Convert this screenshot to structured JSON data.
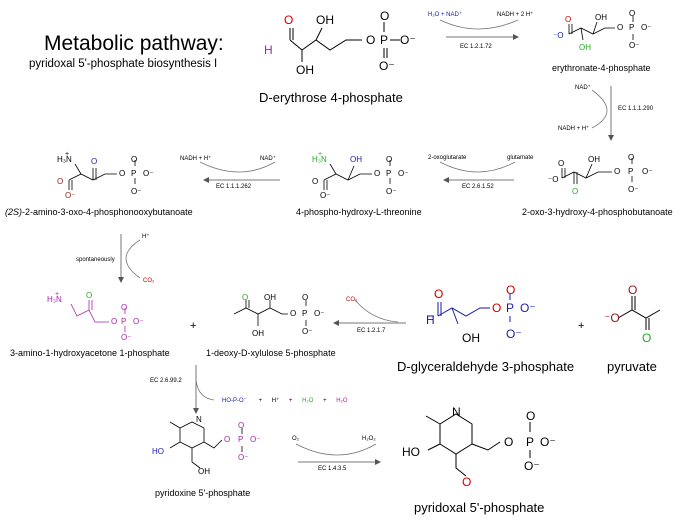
{
  "title": "Metabolic pathway:",
  "subtitle": "pyridoxal 5'-phosphate biosynthesis I",
  "compounds": {
    "erythrose": "D-erythrose 4-phosphate",
    "erythronate": "erythronate-4-phosphate",
    "oxo_hydroxy": "2-oxo-3-hydroxy-4-phosphobutanoate",
    "phospho_threonine": "4-phospho-hydroxy-L-threonine",
    "amino_oxo_prefix": "(2S)",
    "amino_oxo_rest": "-2-amino-3-oxo-4-phosphonooxybutanoate",
    "aminohydroxyacetone": "3-amino-1-hydroxyacetone 1-phosphate",
    "deoxyxylulose": "1-deoxy-D-xylulose 5-phosphate",
    "glyceraldehyde": "D-glyceraldehyde 3-phosphate",
    "pyruvate": "pyruvate",
    "pyridoxine": "pyridoxine 5'-phosphate",
    "pyridoxal": "pyridoxal 5'-phosphate"
  },
  "reactions": {
    "r1": {
      "enzyme": "EC 1.2.1.72",
      "cofactor_left": "H₂O + NAD⁺",
      "cofactor_right": "NADH + 2 H⁺"
    },
    "r2": {
      "enzyme": "EC 1.1.1.290",
      "cofactor_top": "NAD⁺",
      "cofactor_bottom": "NADH + H⁺"
    },
    "r3": {
      "enzyme": "EC 2.6.1.52",
      "cofactor_left": "2-oxoglutarate",
      "cofactor_right": "glutamate"
    },
    "r4": {
      "enzyme": "EC 1.1.1.262",
      "cofactor_left": "NADH + H⁺",
      "cofactor_right": "NAD⁺"
    },
    "r5": {
      "label": "spontaneously",
      "cofactor_in": "H⁺",
      "cofactor_out": "CO₂"
    },
    "r6": {
      "enzyme": "EC 1.2.1.7",
      "cofactor": "CO₂"
    },
    "r7": {
      "enzyme": "EC 2.6.99.2",
      "products": [
        "HO-P-O⁻",
        "+",
        "H⁺",
        "+",
        "H₂O",
        "+",
        "H₂O"
      ]
    },
    "r8": {
      "enzyme": "EC 1.4.3.5",
      "cofactor_left": "O₂",
      "cofactor_right": "H₂O₂"
    }
  },
  "plus_signs": [
    "+",
    "+"
  ],
  "atoms": {
    "O": "O",
    "OH": "OH",
    "HO": "HO",
    "H": "H",
    "P": "P",
    "N": "N",
    "NH3": "H₃N",
    "minus": "⁻",
    "plus": "+",
    "O_minus": "O⁻",
    "minus_O": "⁻O"
  },
  "colors": {
    "red": "#cc0000",
    "green": "#22aa22",
    "blue": "#1a1aaa",
    "purple": "#aa22aa",
    "maroon": "#8b1a1a",
    "black": "#000000",
    "arrow": "#777777"
  }
}
